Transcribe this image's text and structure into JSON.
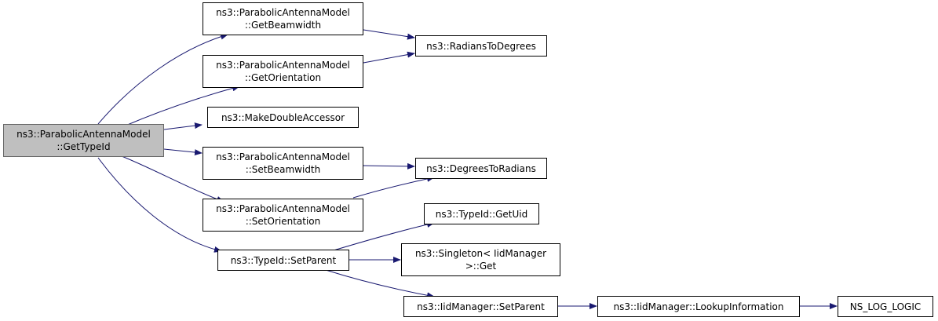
{
  "colors": {
    "edge": "#191970",
    "root_fill": "#bfbfbf",
    "node_border": "#000000"
  },
  "nodes": {
    "gettypeid": "ns3::ParabolicAntennaModel\n::GetTypeId",
    "getbeamwidth": "ns3::ParabolicAntennaModel\n::GetBeamwidth",
    "getorientation": "ns3::ParabolicAntennaModel\n::GetOrientation",
    "makedoubleaccessor": "ns3::MakeDoubleAccessor",
    "setbeamwidth": "ns3::ParabolicAntennaModel\n::SetBeamwidth",
    "setorientation": "ns3::ParabolicAntennaModel\n::SetOrientation",
    "typeid_setparent": "ns3::TypeId::SetParent",
    "radianstodegrees": "ns3::RadiansToDegrees",
    "degreestoradians": "ns3::DegreesToRadians",
    "typeid_getuid": "ns3::TypeId::GetUid",
    "singleton_get": "ns3::Singleton< IidManager\n>::Get",
    "iidmanager_setparent": "ns3::IidManager::SetParent",
    "iidmanager_lookupinformation": "ns3::IidManager::LookupInformation",
    "ns_log_logic": "NS_LOG_LOGIC"
  }
}
